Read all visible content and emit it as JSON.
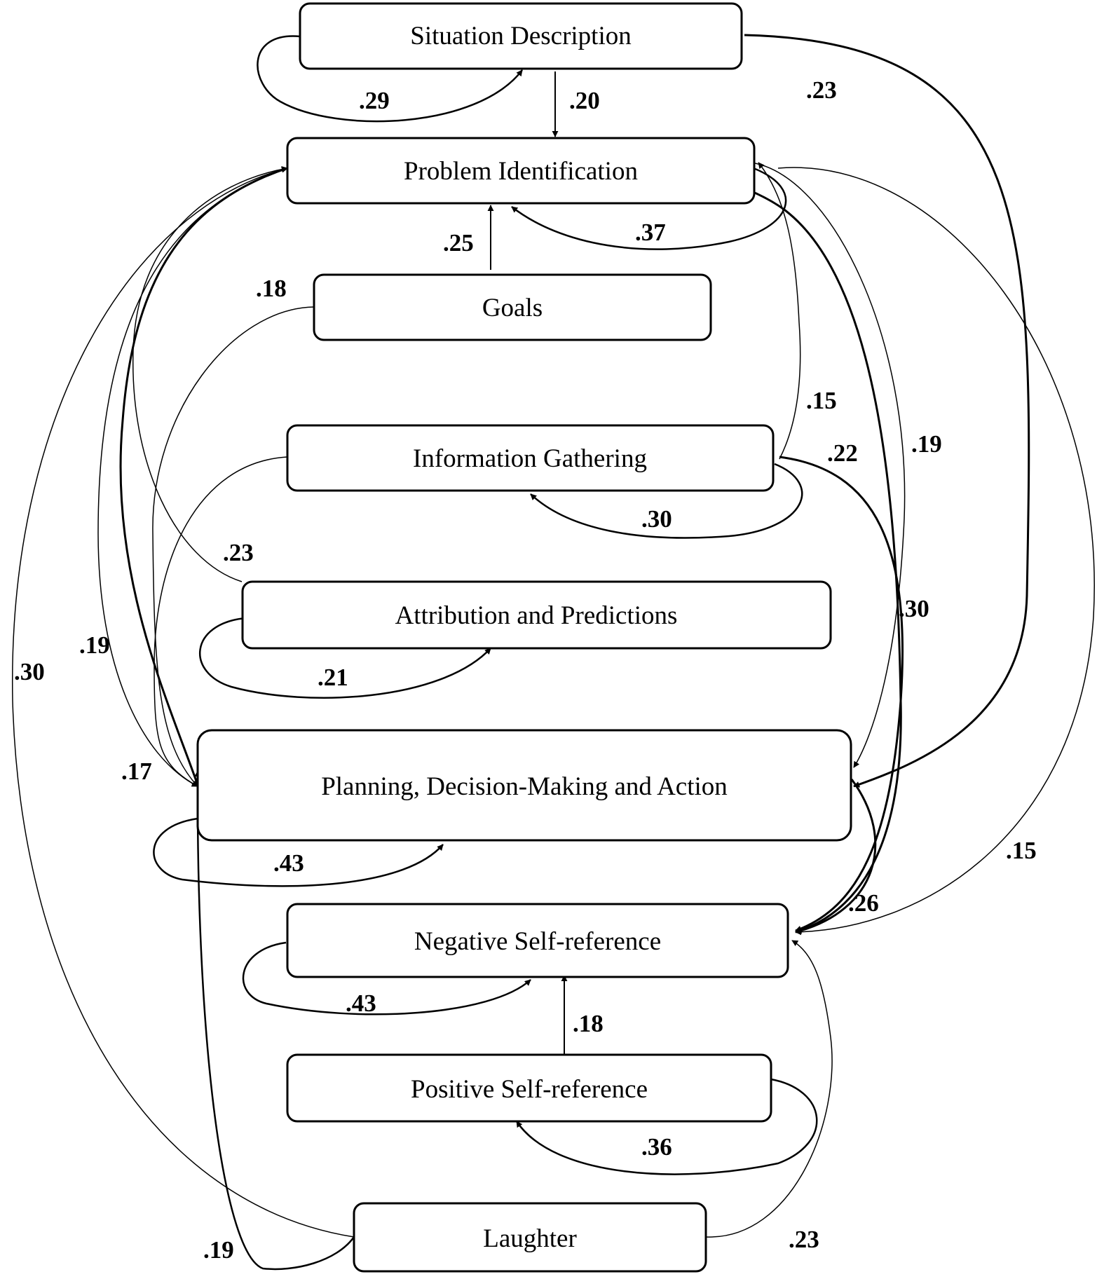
{
  "nodes": {
    "situation": "Situation Description",
    "problem": "Problem Identification",
    "goals": "Goals",
    "info": "Information Gathering",
    "attribution": "Attribution and Predictions",
    "planning": "Planning, Decision-Making and Action",
    "negative": "Negative Self-reference",
    "positive": "Positive Self-reference",
    "laughter": "Laughter"
  },
  "edges": {
    "situation_self": ".29",
    "situation_to_problem": ".20",
    "situation_to_planning": ".23",
    "problem_self": ".37",
    "goals_to_problem": ".25",
    "goals_to_planning": ".18",
    "info_to_problem": ".15",
    "info_to_negative": ".22",
    "info_self": ".30",
    "info_to_planning": ".17",
    "problem_to_planning_right": ".19",
    "problem_to_negative": ".15",
    "negative_from_left_planning": ".30",
    "attribution_to_problem": ".23",
    "attribution_self": ".21",
    "problem_to_planning_left": ".19",
    "laughter_to_problem": ".30",
    "planning_self": ".43",
    "planning_to_negative": ".26",
    "negative_self": ".43",
    "positive_to_negative": ".18",
    "positive_self": ".36",
    "laughter_to_negative": ".23",
    "laughter_to_planning": ".19"
  },
  "colors": {
    "stroke": "#000000",
    "background": "#ffffff"
  }
}
